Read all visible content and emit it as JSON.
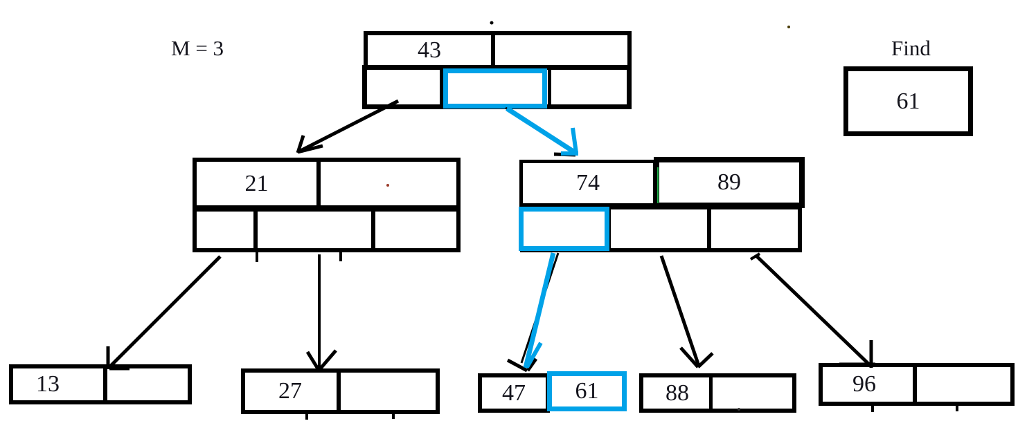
{
  "meta": {
    "m_label": "M = 3",
    "find_label": "Find",
    "find_value": "61"
  },
  "colors": {
    "highlight": "#00A2E8",
    "ink": "#000000",
    "stray_green": "#22B14C",
    "stray_red": "#9b3b2a"
  },
  "tree": {
    "order": 3,
    "root": {
      "key1": "43",
      "key2": ""
    },
    "left_internal": {
      "key1": "21",
      "key2": ""
    },
    "right_internal": {
      "key1": "74",
      "key2": "89"
    },
    "leaf13": {
      "key1": "13",
      "key2": ""
    },
    "leaf27": {
      "key1": "27",
      "key2": ""
    },
    "leaf4761": {
      "key1": "47",
      "key2": "61"
    },
    "leaf88": {
      "key1": "88",
      "key2": ""
    },
    "leaf96": {
      "key1": "96",
      "key2": ""
    }
  },
  "search_path": [
    "root-middle-pointer",
    "right-internal-left-pointer",
    "leaf-61"
  ]
}
